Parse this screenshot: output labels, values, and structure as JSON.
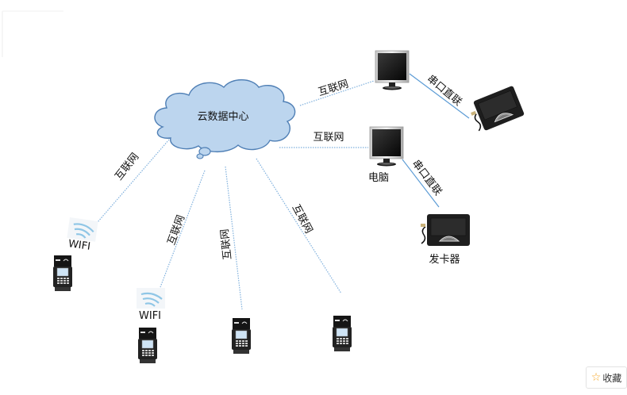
{
  "diagram": {
    "cloud_label": "云数据中心",
    "computer_label": "电脑",
    "card_issuer_label": "发卡器",
    "link_internet": "互联网",
    "link_serial": "串口直联",
    "wifi_label": "WIFI",
    "colors": {
      "cloud_fill": "#bcd5ee",
      "cloud_stroke": "#4f7fb5",
      "dotted_line": "#7fb0dd",
      "serial_line": "#5b9bd5",
      "wifi_arc": "#8fc6e6"
    }
  },
  "favorite_button": {
    "icon": "star-icon",
    "label": "收藏"
  }
}
